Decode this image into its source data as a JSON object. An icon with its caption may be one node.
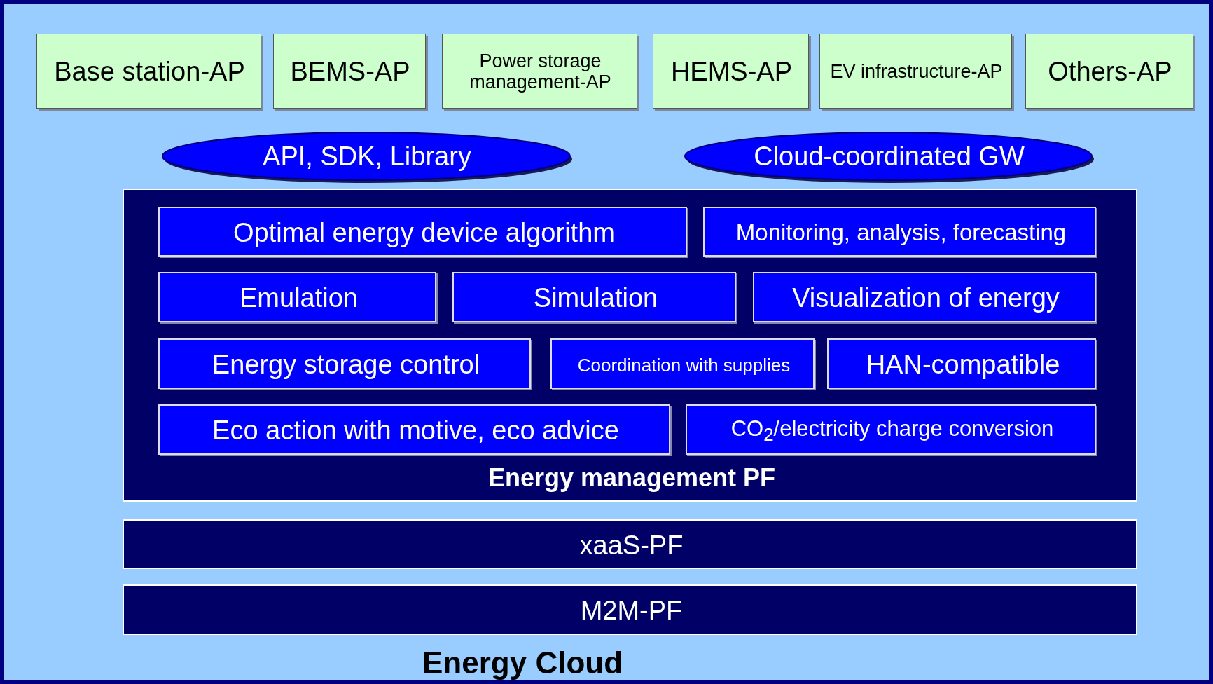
{
  "diagram": {
    "nodes": [
      {
        "text": [
          "Energy Cloud"
        ]
      },
      {
        "text": [
          "Base station-AP"
        ],
        "in": 0
      },
      {
        "text": [
          "BEMS-AP"
        ],
        "in": 0
      },
      {
        "text": [
          "Power storage management-AP"
        ],
        "in": 0
      },
      {
        "text": [
          "HEMS-AP"
        ],
        "in": 0
      },
      {
        "text": [
          "EV infrastructure-AP"
        ],
        "in": 0
      },
      {
        "text": [
          "Others-AP"
        ],
        "in": 0
      },
      {
        "text": [
          "API, SDK, Library"
        ],
        "in": 0
      },
      {
        "text": [
          "Cloud-coordinated GW"
        ],
        "in": 0
      },
      {
        "text": [
          "Energy management PF"
        ],
        "in": 0
      },
      {
        "text": [
          "Optimal energy device algorithm"
        ],
        "in": 9
      },
      {
        "text": [
          "Monitoring, analysis, forecasting"
        ],
        "in": 9
      },
      {
        "text": [
          "Emulation"
        ],
        "in": 9
      },
      {
        "text": [
          "Simulation"
        ],
        "in": 9
      },
      {
        "text": [
          "Visualization of energy"
        ],
        "in": 9
      },
      {
        "text": [
          "Energy storage control"
        ],
        "in": 9
      },
      {
        "text": [
          "Coordination with supplies"
        ],
        "in": 9
      },
      {
        "text": [
          "HAN-compatible"
        ],
        "in": 9
      },
      {
        "text": [
          "Eco action with motive, eco advice"
        ],
        "in": 9
      },
      {
        "text": [
          "CO$_{2}$/electricity charge conversion"
        ],
        "in": 9
      },
      {
        "text": [
          "xaaS-PF"
        ],
        "in": 0
      },
      {
        "text": [
          "M2M-PF"
        ],
        "in": 0
      }
    ]
  }
}
